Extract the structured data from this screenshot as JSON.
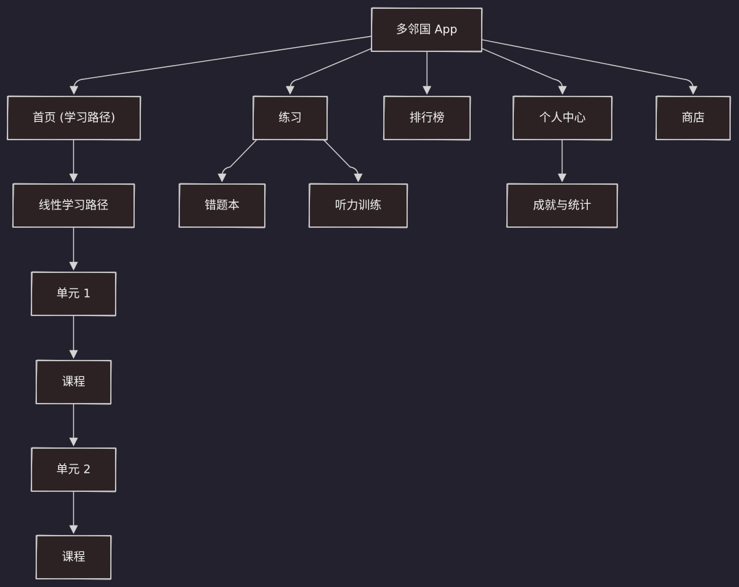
{
  "diagram": {
    "nodes": {
      "root": "多邻国 App",
      "home": "首页 (学习路径)",
      "practice": "练习",
      "leaderboard": "排行榜",
      "profile": "个人中心",
      "shop": "商店",
      "linear_path": "线性学习路径",
      "mistakes": "错题本",
      "listening": "听力训练",
      "achievements": "成就与统计",
      "unit1": "单元 1",
      "lesson1": "课程",
      "unit2": "单元 2",
      "lesson2": "课程"
    },
    "edges": [
      [
        "root",
        "home"
      ],
      [
        "root",
        "practice"
      ],
      [
        "root",
        "leaderboard"
      ],
      [
        "root",
        "profile"
      ],
      [
        "root",
        "shop"
      ],
      [
        "home",
        "linear_path"
      ],
      [
        "practice",
        "mistakes"
      ],
      [
        "practice",
        "listening"
      ],
      [
        "profile",
        "achievements"
      ],
      [
        "linear_path",
        "unit1"
      ],
      [
        "unit1",
        "lesson1"
      ],
      [
        "lesson1",
        "unit2"
      ],
      [
        "unit2",
        "lesson2"
      ]
    ]
  }
}
